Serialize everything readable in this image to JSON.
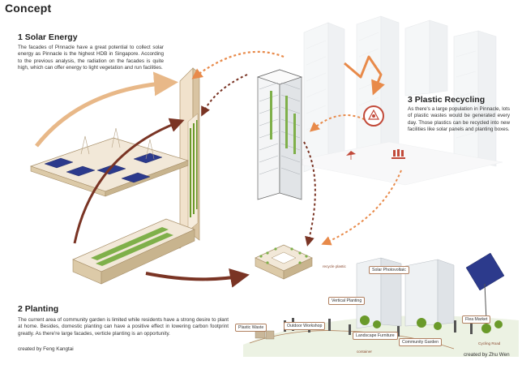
{
  "title": "Concept",
  "sections": {
    "solar": {
      "heading": "1 Solar Energy",
      "body": "The facades of Pinnacle have a great potential to collect solar energy as Pinnacle is the highest HDB in Singapore. According to the previous analysis, the radiation on the facades is quite high, which can offer energy to light vegetation and run facilities."
    },
    "recycling": {
      "heading": "3 Plastic Recycling",
      "body": "As there's a large population in Pinnacle, lots of plastic wastes would be generated every day. Those plastics can be recycled into new facilities like solar panels and planting boxes."
    },
    "planting": {
      "heading": "2 Planting",
      "body": "The current area of community garden is limited while residents have a strong desire to plant at home. Besides, domestic planting can have a positive effect in lowering carbon footprint greatly. As there're large facades, verticle planting is an opportunity."
    }
  },
  "credits": {
    "left": "created by Feng Kangtai",
    "right": "created by Zhu Wen"
  },
  "scene_labels": {
    "solar_photovoltaic": "Solar Photovoltaic",
    "vertical_planting": "Vertical Planting",
    "plastic_waste": "Plastic Waste",
    "outdoor_workshop": "Outdoor Workshop",
    "landscape_furniture": "Landscape Furniture",
    "community_garden": "Community Garden",
    "flea_market": "Flea Market",
    "recycle_plastic": "recycle plastic",
    "container": "container",
    "cycling_road": "Cycling Road"
  },
  "colors": {
    "arrow_dark": "#7a3424",
    "arrow_light": "#e8b888",
    "arrow_orange": "#e88a4a",
    "accent_red": "#c24a3a",
    "solar_panel": "#2c3a8c",
    "green": "#6a9a2a",
    "building": "#f2e8d8",
    "tower_grey": "#e9ecef"
  },
  "icons": [
    "recycle-circle-icon",
    "bird-icon",
    "plastic-bottles-icon"
  ]
}
